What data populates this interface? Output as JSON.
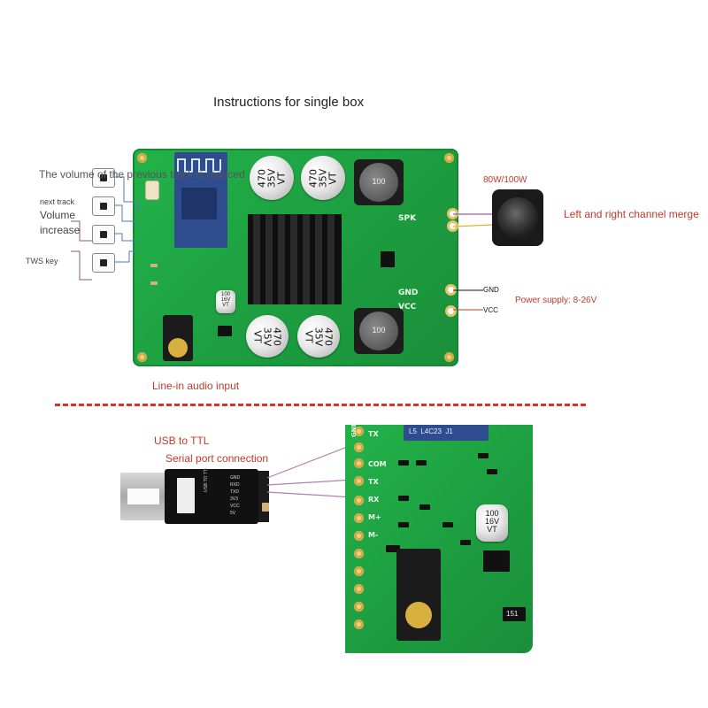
{
  "title": "Instructions for single box",
  "buttons": {
    "prev_track_volume": "The volume of the previous track is reduced",
    "next_track": "next track",
    "volume_increase_line1": "Volume",
    "volume_increase_line2": "increase",
    "tws_key": "TWS key"
  },
  "speaker": {
    "power_label": "80W/100W",
    "merge_label": "Left and right channel merge"
  },
  "power": {
    "gnd": "GND",
    "vcc": "VCC",
    "supply": "Power supply: 8-26V"
  },
  "line_in": "Line-in audio input",
  "board_labels": {
    "spk": "SPK",
    "gnd": "GND",
    "vcc": "VCC",
    "cap1": "470\n35V\nVT",
    "cap2": "470\n35V\nVT",
    "cap3": "470\n35V\nVT",
    "cap4": "470\n35V\nVT",
    "ind1": "100",
    "ind2": "100",
    "small_cap": "100\n16V\nVT"
  },
  "serial": {
    "usb_ttl": "USB to TTL",
    "serial_conn": "Serial port connection",
    "pins": [
      "GND",
      "TX",
      "COM",
      "TX",
      "RX",
      "M+",
      "M-"
    ],
    "module_label": "USB TO TTL",
    "module_pins": [
      "GND",
      "RXD",
      "TXD",
      "3V3",
      "VCC",
      "5V"
    ],
    "bt_text": "L5  L4C23  J1",
    "small_cap": "100\n16V\nVT",
    "smd_code": "151"
  },
  "colors": {
    "pcb_green": "#23b24a",
    "accent_red": "#c0392b",
    "wire_purple": "#9b59b6"
  }
}
